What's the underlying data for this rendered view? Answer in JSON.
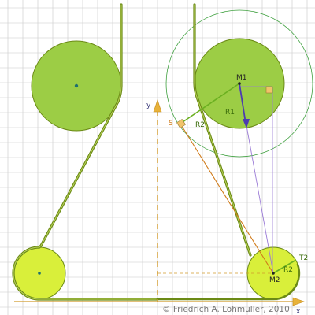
{
  "labels": {
    "y_axis": "y",
    "x_axis": "x",
    "m1": "M1",
    "m2": "M2",
    "r1": "R1",
    "r2_left": "R2",
    "r2_right": "R2",
    "s": "S",
    "t1": "T1",
    "t2": "T2"
  },
  "copyright": "© Friedrich A. Lohmüller, 2010",
  "colors": {
    "background": "#ffffff",
    "grid": "#c8c8c8",
    "big_disc_fill": "#9ccd45",
    "small_disc_fill": "#d9ef3a",
    "belt": "#6b8a16",
    "belt_highlight": "#b9d25a",
    "construction_orange": "#d07a18",
    "axis_dash": "#d19a2b",
    "vector_blue": "#4c3bb0",
    "helper_purple": "#9a7ad6",
    "outer_circle": "#3fa03f",
    "right_angle_marker": "#f0c36a",
    "text_green": "#3a6b0a",
    "text_dark": "#222222",
    "copyright_text": "#777777"
  }
}
